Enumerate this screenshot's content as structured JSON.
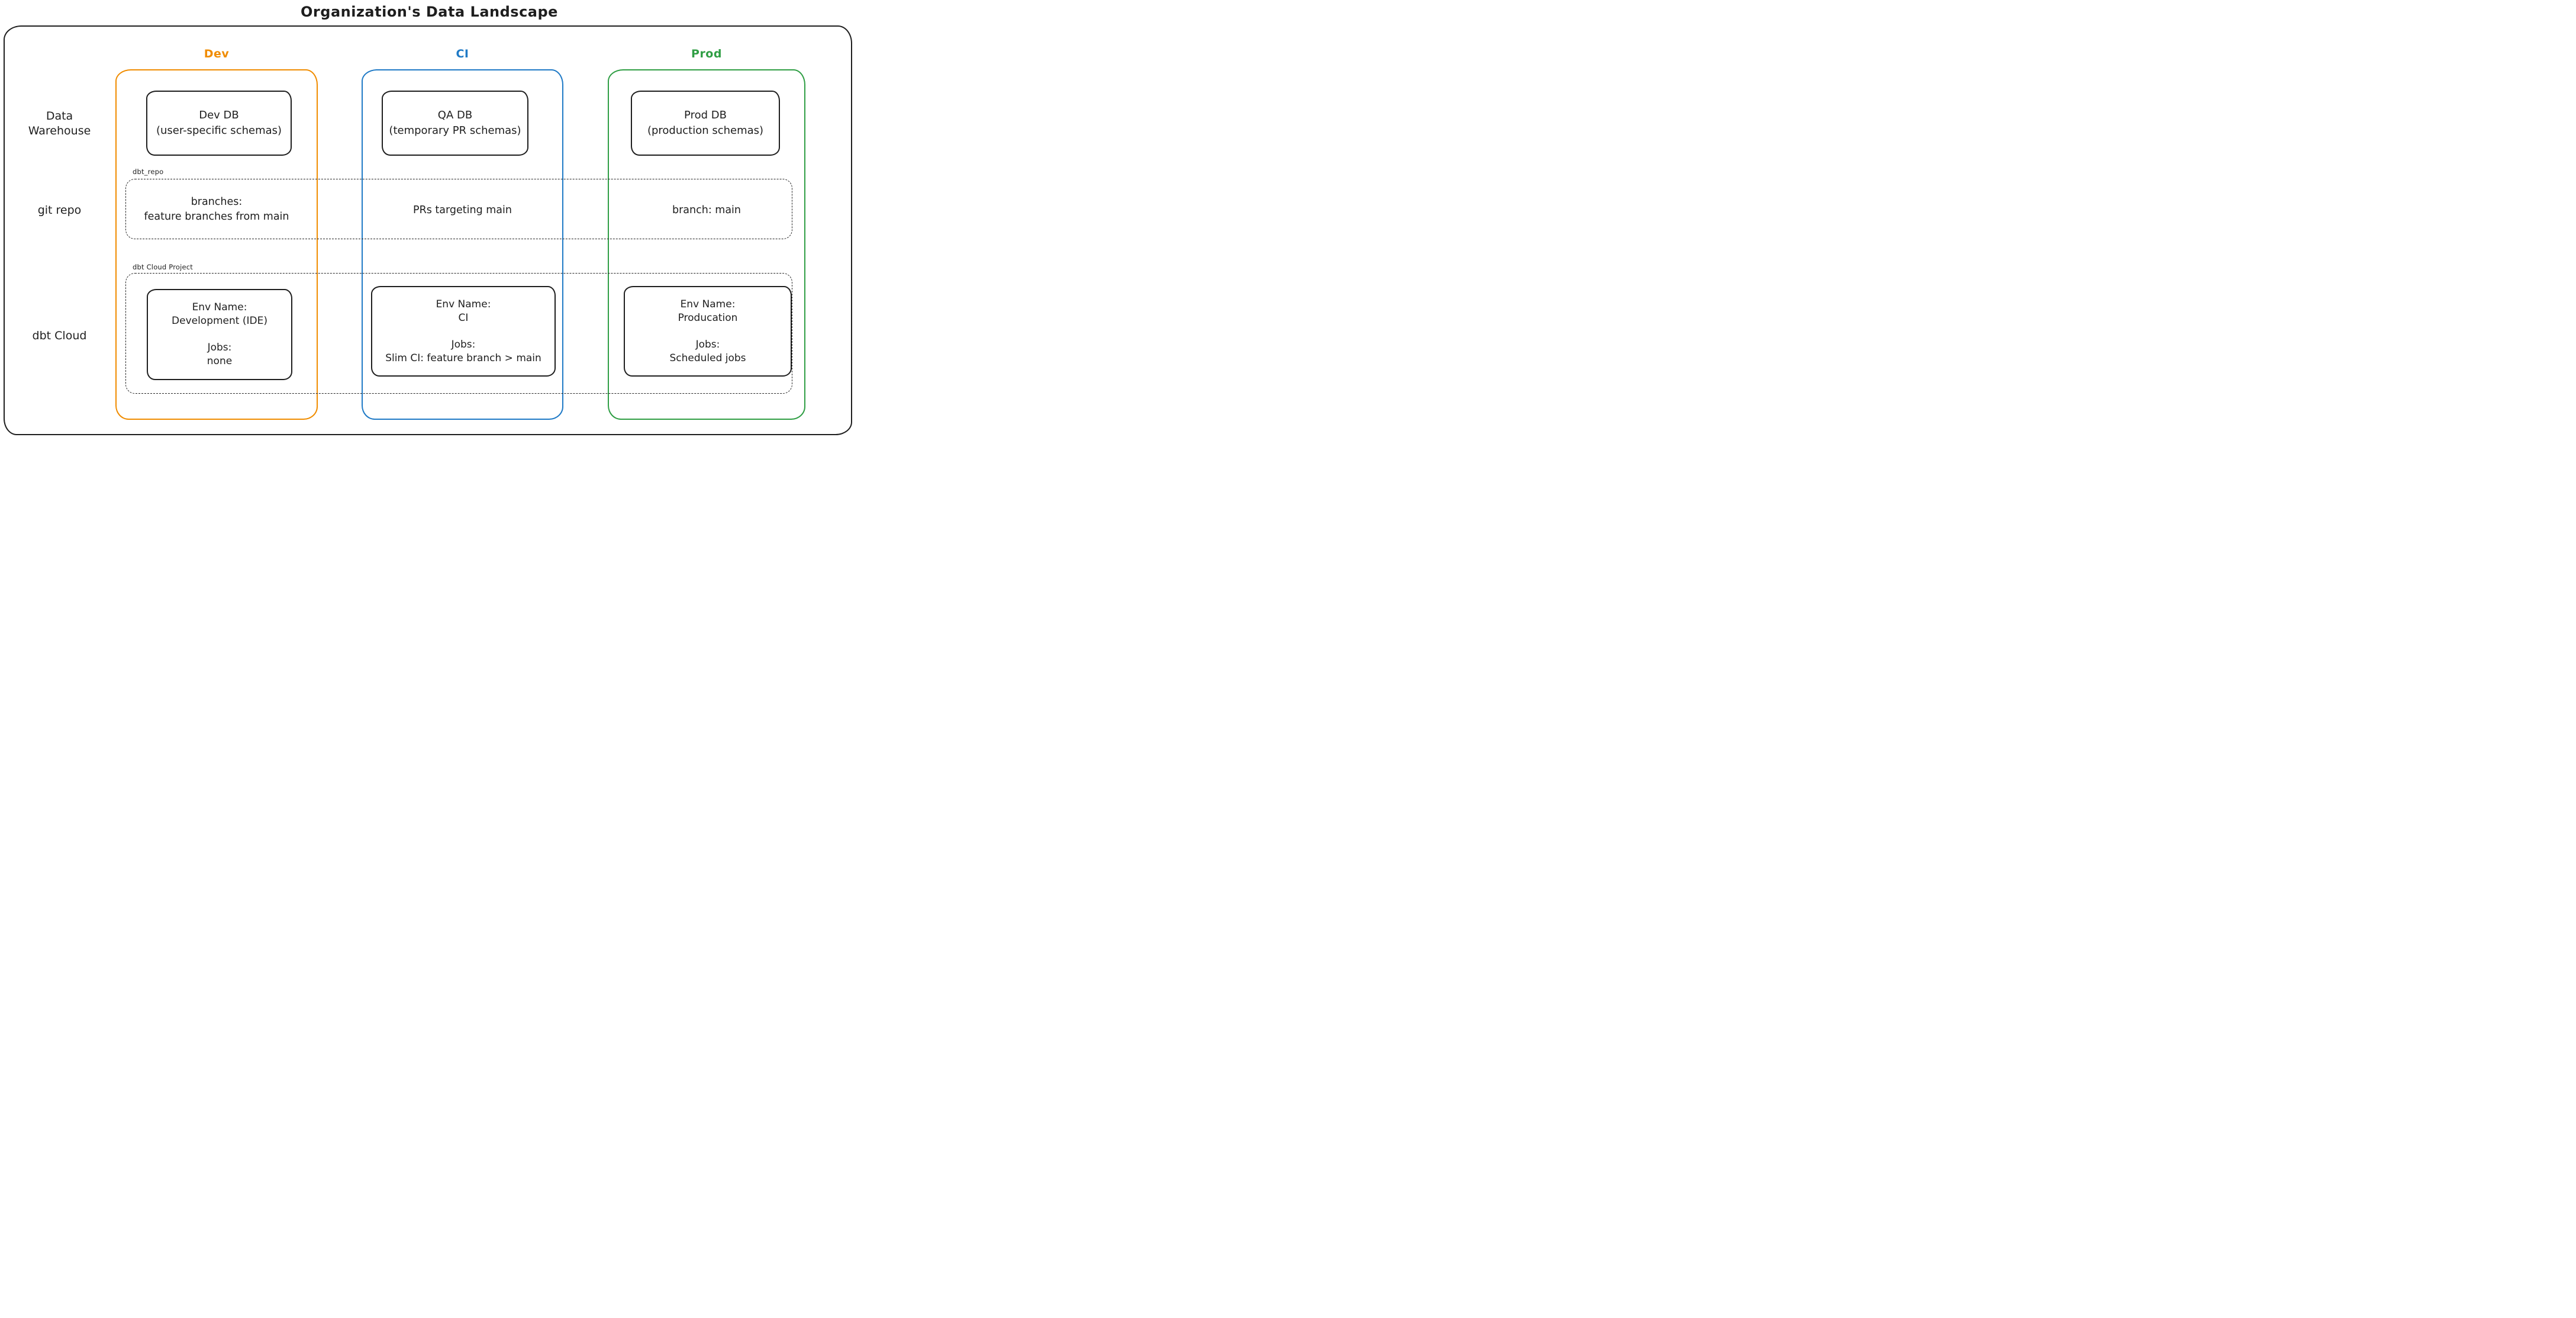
{
  "title": "Organization's Data Landscape",
  "colors": {
    "dev_accent": "#f08c00",
    "ci_accent": "#1f7ac6",
    "prod_accent": "#2f9e44",
    "ink": "#1e1e1e"
  },
  "row_labels": {
    "data_warehouse_line1": "Data",
    "data_warehouse_line2": "Warehouse",
    "git_repo": "git repo",
    "dbt_cloud": "dbt Cloud"
  },
  "region_labels": {
    "git_repo_box": "dbt_repo",
    "dbt_cloud_box": "dbt Cloud Project"
  },
  "columns": {
    "dev": {
      "header": "Dev",
      "db_name": "Dev DB",
      "db_detail": "(user-specific schemas)",
      "git_line1": "branches:",
      "git_line2": "feature branches from main",
      "env_name_label": "Env Name:",
      "env_name": "Development (IDE)",
      "jobs_label": "Jobs:",
      "jobs_value": "none"
    },
    "ci": {
      "header": "CI",
      "db_name": "QA DB",
      "db_detail": "(temporary PR schemas)",
      "git_line1": "PRs targeting main",
      "env_name_label": "Env Name:",
      "env_name": "CI",
      "jobs_label": "Jobs:",
      "jobs_value": "Slim CI: feature branch > main"
    },
    "prod": {
      "header": "Prod",
      "db_name": "Prod DB",
      "db_detail": "(production schemas)",
      "git_line1": "branch: main",
      "env_name_label": "Env Name:",
      "env_name": "Producation",
      "jobs_label": "Jobs:",
      "jobs_value": "Scheduled jobs"
    }
  }
}
